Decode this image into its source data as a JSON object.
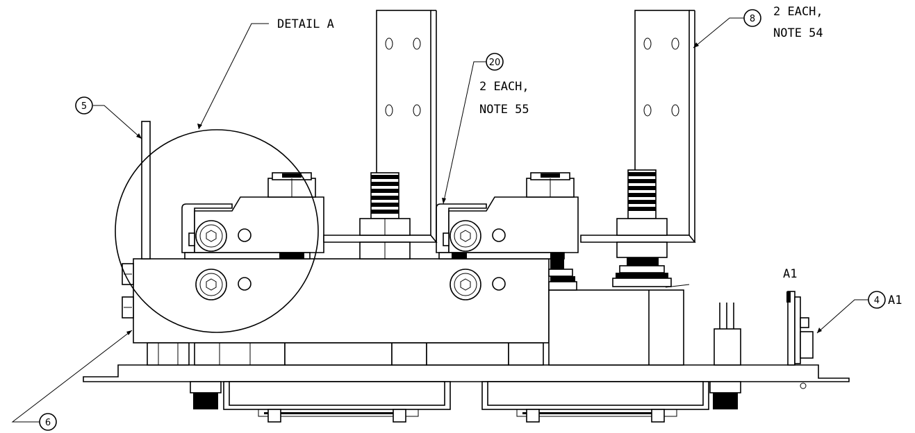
{
  "callouts": {
    "detail": {
      "text": "DETAIL A"
    },
    "item_20": {
      "number": "20",
      "line1": "2 EACH,",
      "line2": "NOTE 55"
    },
    "item_8": {
      "number": "8",
      "line1": "2 EACH,",
      "line2": "NOTE 54"
    },
    "item_5": {
      "number": "5"
    },
    "item_6": {
      "number": "6"
    },
    "item_4": {
      "number": "4",
      "ref": "A1"
    },
    "ref_a1_top": {
      "text": "A1"
    }
  }
}
